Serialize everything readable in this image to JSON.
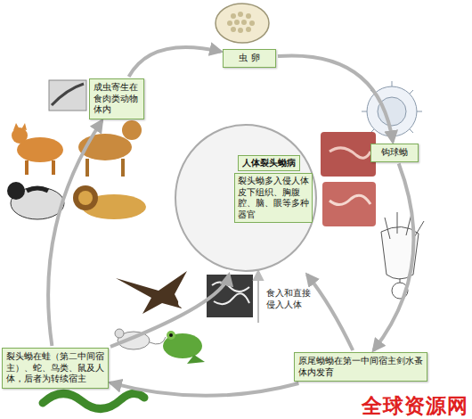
{
  "diagram": {
    "nodes": [
      {
        "text": [
          "虫 卵"
        ]
      },
      {
        "text": [
          "钩球蚴"
        ]
      },
      {
        "text": [
          "人体裂头蚴病",
          "裂头蚴多入侵人体皮下组织、胸腹腔、脑、眼等多种器官"
        ]
      },
      {
        "text": [
          "原尾蚴蚴在第一中间宿主剑水蚤体内发育"
        ]
      },
      {
        "text": [
          "裂头蚴在蛙（第二中间宿主）、蛇、鸟类、鼠及人体，后者为转续宿主"
        ]
      },
      {
        "text": [
          "成虫寄生在食肉类动物体内"
        ]
      }
    ],
    "edges": [
      {
        "from": 0,
        "to": 1,
        "arrow": "to"
      },
      {
        "from": 1,
        "to": 3,
        "arrow": "to"
      },
      {
        "from": 3,
        "to": 4,
        "arrow": "to"
      },
      {
        "from": 4,
        "to": 5,
        "arrow": "to"
      },
      {
        "from": 5,
        "to": 0,
        "arrow": "to"
      },
      {
        "from": 4,
        "to": 2,
        "arrow": "to"
      },
      {
        "from": 3,
        "to": 2,
        "arrow": "to"
      }
    ],
    "labels": [
      "食入和直接侵入人体",
      "全球资源网"
    ]
  }
}
